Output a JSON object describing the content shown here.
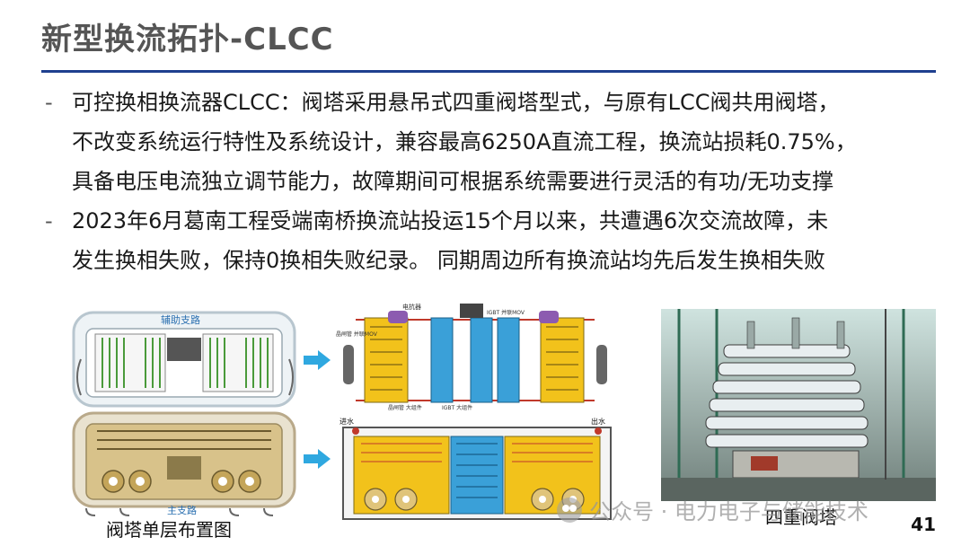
{
  "title": "新型换流拓扑-CLCC",
  "bullets": [
    {
      "marker": "-",
      "lines": [
        "可控换相换流器CLCC：阀塔采用悬吊式四重阀塔型式，与原有LCC阀共用阀塔，",
        "不改变系统运行特性及系统设计，兼容最高6250A直流工程，换流站损耗0.75%，",
        "具备电压电流独立调节能力，故障期间可根据系统需要进行灵活的有功/无功支撑"
      ]
    },
    {
      "marker": "-",
      "lines": [
        "2023年6月葛南工程受端南桥换流站投运15个月以来，共遭遇6次交流故障，未",
        "发生换相失败，保持0换相失败纪录。 同期周边所有换流站均先后发生换相失败"
      ]
    }
  ],
  "figure_left": {
    "top_label": "辅助支路",
    "bottom_label": "主支路",
    "caption": "阀塔单层布置图"
  },
  "figure_middle": {
    "top_labels": {
      "electric_reactor": "电抗器",
      "igbt_parallel": "IGBT\n并联MOV",
      "thyristor_parallel": "晶闸管\n并联MOV",
      "thyristor_module": "晶闸管\n大组件",
      "igbt_module": "IGBT\n大组件"
    },
    "water_in": "进水",
    "water_out": "出水"
  },
  "figure_right": {
    "caption": "四重阀塔"
  },
  "watermark": "公众号 · 电力电子与储能技术",
  "page_number": "41",
  "colors": {
    "rule": "#1f3f8f",
    "arrow": "#2fa8e0",
    "yellow": "#f2c21b",
    "blue": "#3aa0d8",
    "purple": "#8c5bb0",
    "green": "#4a9a3a"
  }
}
